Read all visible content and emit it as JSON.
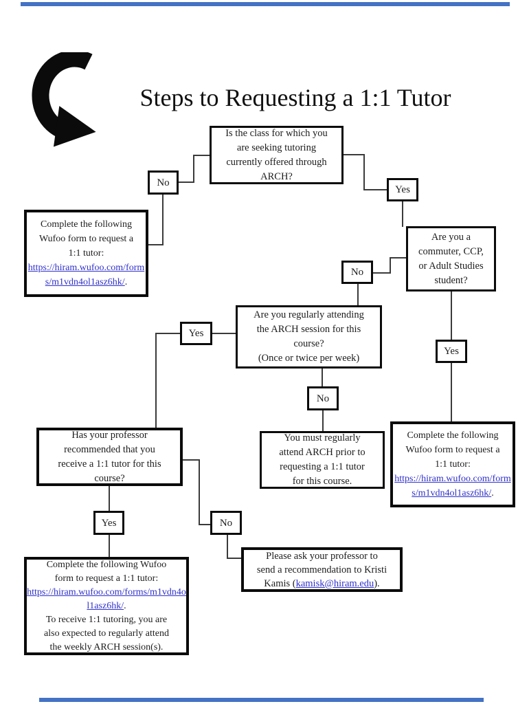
{
  "title": "Steps to Requesting a 1:1 Tutor",
  "labels": {
    "yes": "Yes",
    "no": "No"
  },
  "colors": {
    "page_bar": "#4472c4",
    "link": "#3030cc",
    "box_border": "#0b0b0b",
    "connector": "#3a3a3a"
  },
  "boxes": {
    "arch_offered": "Is the class for which you\nare seeking tutoring\ncurrently offered through\nARCH?",
    "wufoo_request": {
      "intro": "Complete the following\nWufoo form to request a\n1:1 tutor:",
      "link": "https://hiram.wufoo.com/forms/m1vdn4ol1asz6hk/",
      "suffix": "."
    },
    "commuter": "Are you a\ncommuter, CCP,\nor Adult Studies\nstudent?",
    "attending": "Are you regularly attending\nthe ARCH session for this\ncourse?\n(Once or twice per week)",
    "must_attend": "You must regularly\nattend ARCH prior to\nrequesting a 1:1 tutor\nfor this course.",
    "professor": "Has your professor\nrecommended that you\nreceive a 1:1 tutor for this\ncourse?",
    "wufoo_bottom": {
      "intro": "Complete the following Wufoo\nform to request a 1:1 tutor:",
      "link": "https://hiram.wufoo.com/forms/m1vdn4ol1asz6hk/",
      "suffix": ".",
      "extra": "To receive 1:1 tutoring, you are\nalso expected to regularly attend\nthe weekly ARCH session(s)."
    },
    "ask_professor": {
      "pre": "Please ask your professor to\nsend a recommendation to Kristi\nKamis (",
      "email": "kamisk@hiram.edu",
      "post": ")."
    }
  }
}
